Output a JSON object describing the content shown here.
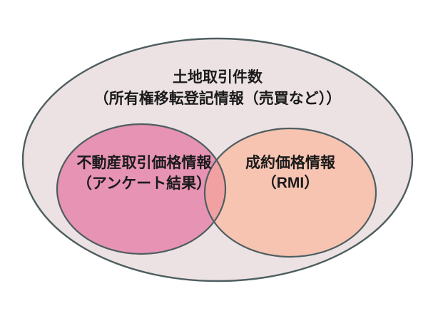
{
  "diagram": {
    "type": "venn-euler",
    "outer_set": {
      "title": "土地取引件数",
      "subtitle": "（所有権移転登記情報（売買など））"
    },
    "left_set": {
      "label_line1": "不動産取引価格情報",
      "label_line2": "（アンケート結果）"
    },
    "right_set": {
      "label_line1": "成約価格情報",
      "label_line2": "（RMI）"
    }
  },
  "colors": {
    "background": "#FFFFFF",
    "outer_fill": "#EDE2E3",
    "left_fill": "#E693B4",
    "right_fill": "#F7C4B2",
    "overlap_fill": "#F2A1A3",
    "border": "#4E5E60",
    "text": "#1A1A1A"
  }
}
